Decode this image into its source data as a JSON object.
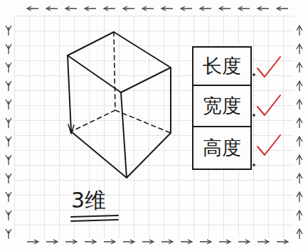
{
  "diagram": {
    "nodes": [
      {
        "text": [
          "长度"
        ]
      },
      {
        "text": [
          "宽度"
        ]
      },
      {
        "text": [
          "高度"
        ]
      }
    ],
    "labels": [
      "3维"
    ]
  }
}
